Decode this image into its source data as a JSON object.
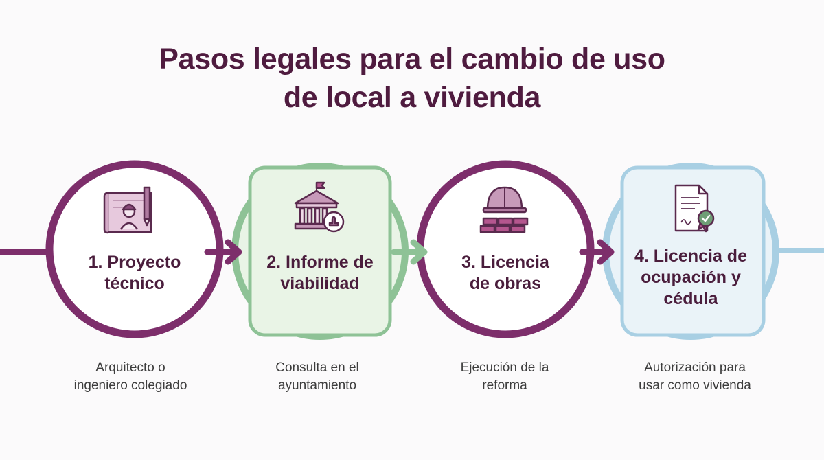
{
  "title": {
    "line1": "Pasos legales para el cambio de uso",
    "line2": "de local a vivienda"
  },
  "colors": {
    "title": "#4f1b3f",
    "plum": "#7d2e6b",
    "green": "#8ec296",
    "green_fill": "#e9f4e6",
    "blue": "#a8cfe3",
    "blue_fill": "#eaf3f8",
    "text": "#3d3d3d"
  },
  "steps": [
    {
      "icon": "blueprint-engineer-icon",
      "label_line1": "1. Proyecto",
      "label_line2": "técnico",
      "desc_line1": "Arquitecto o",
      "desc_line2": "ingeniero colegiado"
    },
    {
      "icon": "town-hall-stamp-icon",
      "label_line1": "2. Informe de",
      "label_line2": "viabilidad",
      "desc_line1": "Consulta en el",
      "desc_line2": "ayuntamiento"
    },
    {
      "icon": "hard-hat-bricks-icon",
      "label_line1": "3. Licencia",
      "label_line2": "de obras",
      "desc_line1": "Ejecución de la",
      "desc_line2": "reforma"
    },
    {
      "icon": "certificate-seal-icon",
      "label_line1": "4. Licencia de",
      "label_line2": "ocupación y",
      "label_line3": "cédula",
      "desc_line1": "Autorización para",
      "desc_line2": "usar como vivienda"
    }
  ]
}
